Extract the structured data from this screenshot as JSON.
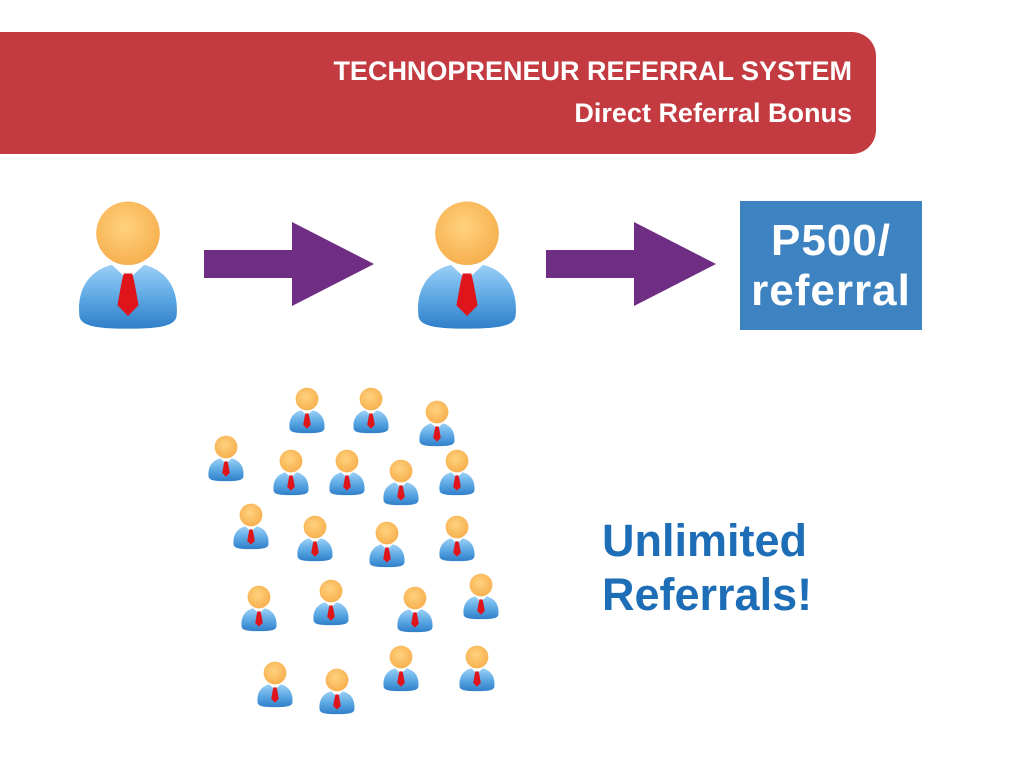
{
  "header": {
    "title": "TECHNOPRENEUR REFERRAL SYSTEM",
    "subtitle": "Direct Referral Bonus"
  },
  "bonus": {
    "line1": "P500/",
    "line2": "referral"
  },
  "tagline": {
    "line1": "Unlimited",
    "line2": "Referrals!"
  },
  "colors": {
    "banner": "#c33b41",
    "arrow": "#6f2d84",
    "bonus_box": "#3d83c2",
    "tagline": "#1e6eb7",
    "person_head": "#fbbd5f",
    "person_body": "#5aa6e3",
    "tie": "#e0141b"
  },
  "icons": {
    "person": "person-icon",
    "arrow": "right-arrow-icon"
  }
}
